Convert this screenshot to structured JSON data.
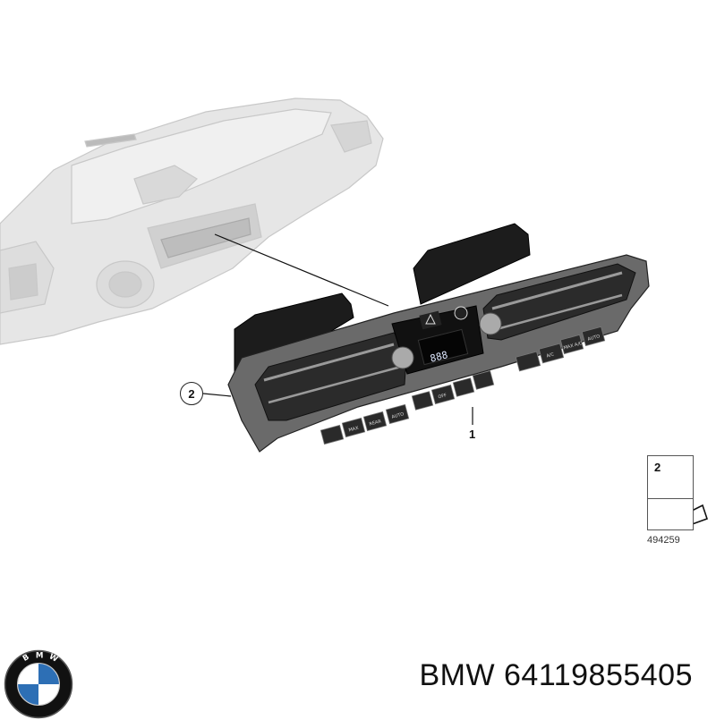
{
  "diagram": {
    "callouts": [
      {
        "id": "1",
        "label": "1"
      },
      {
        "id": "2",
        "label": "2"
      }
    ],
    "legend": {
      "item_number": "2",
      "image_id": "494259"
    }
  },
  "caption": {
    "brand": "BMW",
    "part_number": "64119855405",
    "text": "BMW 64119855405"
  },
  "logo": {
    "letters": "BMW",
    "colors": {
      "blue": "#2d6fb5",
      "black": "#111111",
      "white": "#ffffff"
    }
  },
  "panel": {
    "buttons": [
      "MAX",
      "REAR",
      "AUTO",
      "OFF",
      "A/C",
      "MAX A/C",
      "AUTO"
    ],
    "display": "888"
  }
}
